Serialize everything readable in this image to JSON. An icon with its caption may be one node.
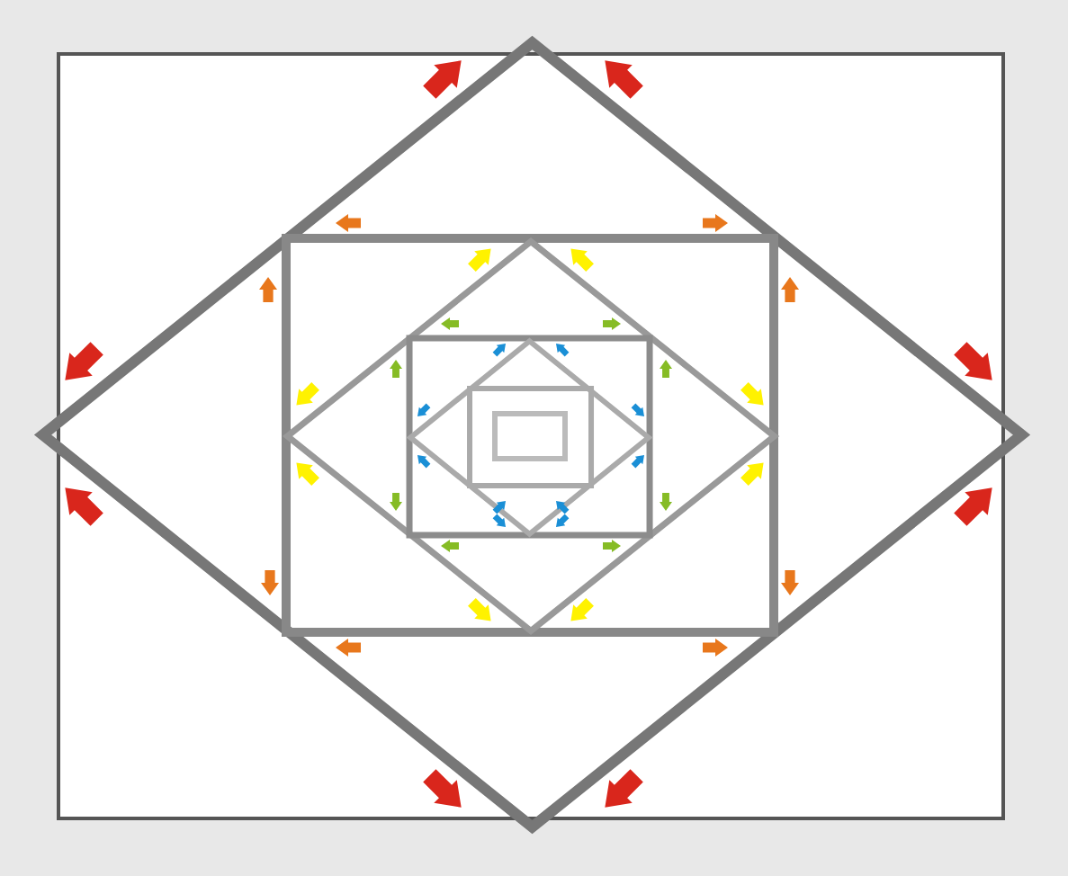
{
  "diagram": {
    "nodes": [
      {
        "text": [],
        "shape": "box"
      },
      {
        "text": [],
        "shape": "diamond"
      },
      {
        "text": [],
        "shape": "box",
        "in": 0
      },
      {
        "text": [],
        "shape": "diamond",
        "in": 0
      },
      {
        "text": [],
        "shape": "box",
        "in": 3
      },
      {
        "text": [],
        "shape": "diamond",
        "in": 3
      },
      {
        "text": [],
        "shape": "box",
        "in": 5
      },
      {
        "text": [],
        "shape": "box",
        "in": 6
      }
    ]
  }
}
